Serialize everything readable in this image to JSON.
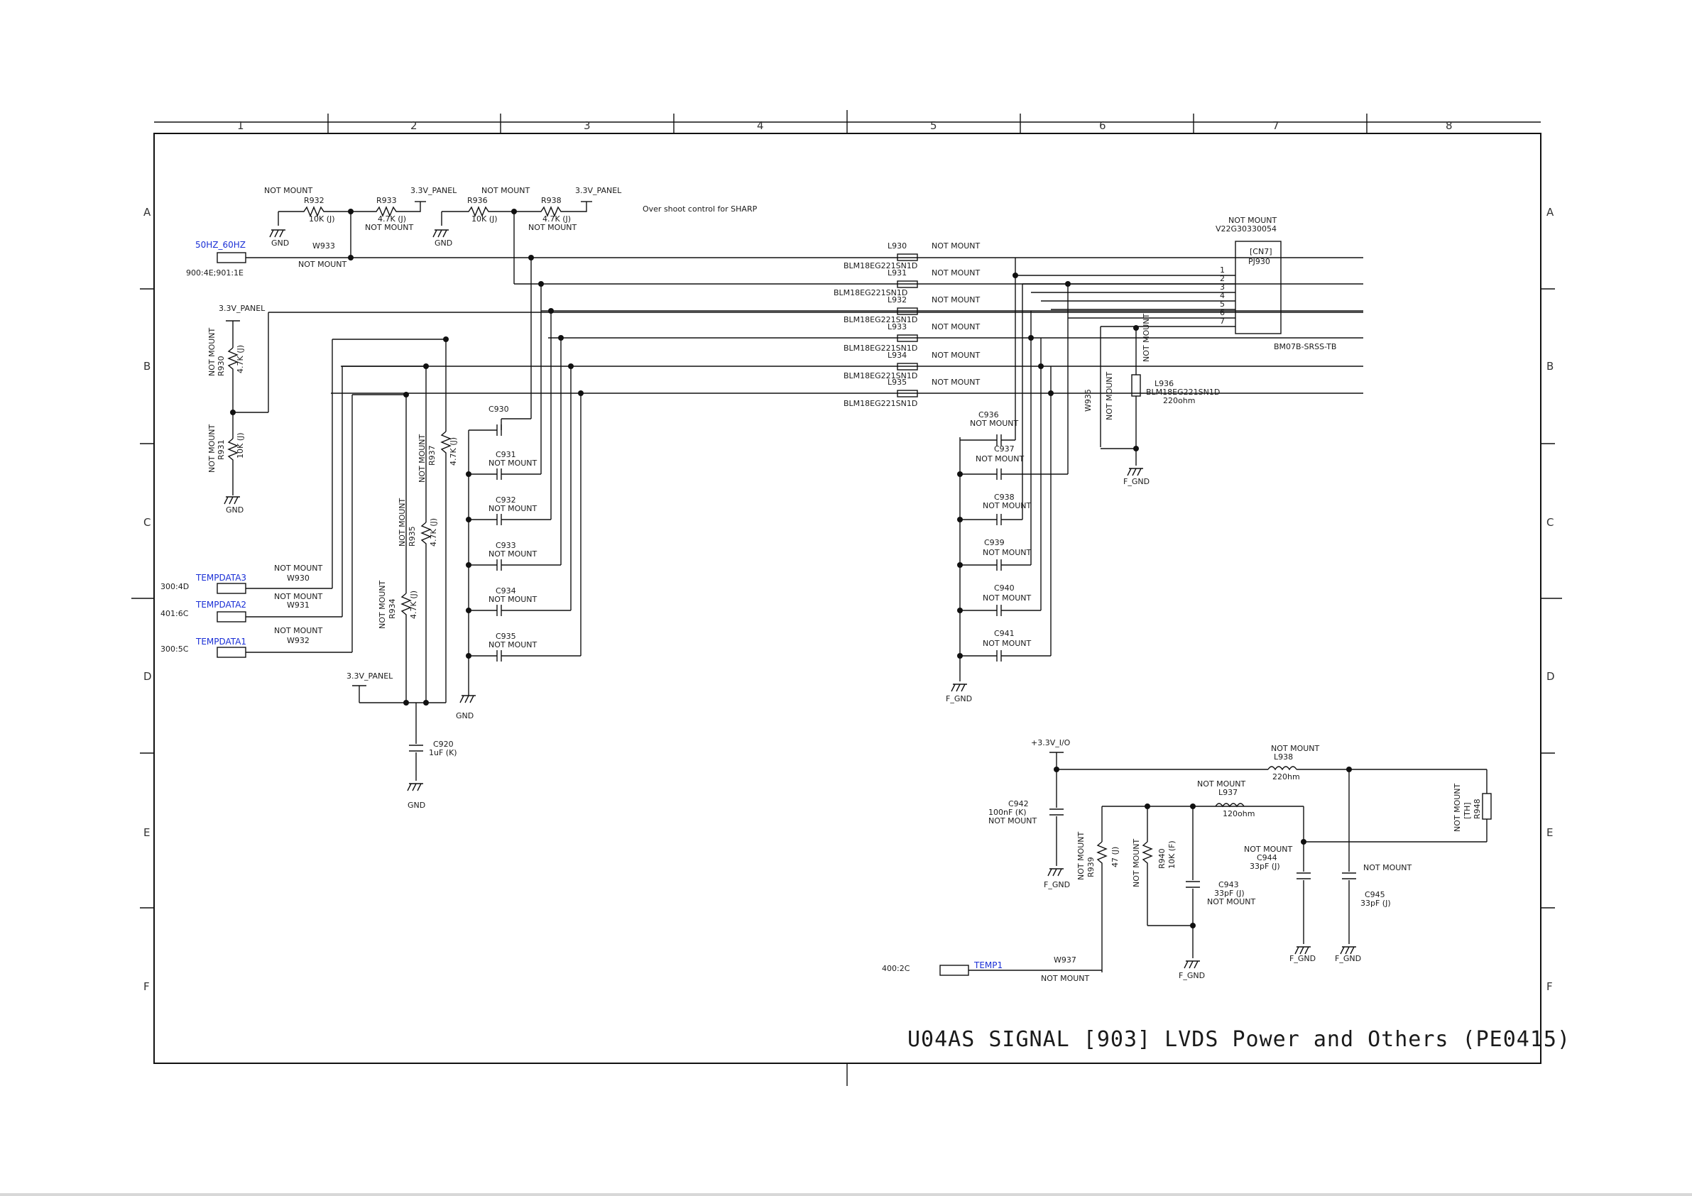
{
  "title_block": {
    "title": "U04AS SIGNAL [903] LVDS Power and Others (PE0415)"
  },
  "grid": {
    "columns": [
      "1",
      "2",
      "3",
      "4",
      "5",
      "6",
      "7",
      "8"
    ],
    "rows": [
      "A",
      "B",
      "C",
      "D",
      "E",
      "F"
    ]
  },
  "annotation": {
    "overshoot": "Over shoot control for SHARP"
  },
  "nets": {
    "sig_50hz": "50HZ_60HZ",
    "temp3": "TEMPDATA3",
    "temp2": "TEMPDATA2",
    "temp1": "TEMPDATA1",
    "temp": "TEMP1",
    "pwr_panel": "3.3V_PANEL",
    "pwr_io": "+3.3V_I/O",
    "gnd": "GND",
    "fgnd": "F_GND"
  },
  "offpage": {
    "sig_50hz": "900:4E;901:1E",
    "temp3": "300:4D",
    "temp2": "401:6C",
    "temp1": "300:5C",
    "temp": "400:2C"
  },
  "common": {
    "not_mount": "NOT MOUNT",
    "pin1": "1",
    "pin2": "2"
  },
  "connector": {
    "ref": "[CN7]",
    "name": "PJ930",
    "part": "V22G30330054",
    "type": "BM07B-SRSS-TB",
    "pins": [
      "1",
      "2",
      "3",
      "4",
      "5",
      "6",
      "7"
    ]
  },
  "ferrites": [
    {
      "ref": "L930",
      "part": "BLM18EG221SN1D"
    },
    {
      "ref": "L931",
      "part": "BLM18EG221SN1D"
    },
    {
      "ref": "L932",
      "part": "BLM18EG221SN1D"
    },
    {
      "ref": "L933",
      "part": "BLM18EG221SN1D"
    },
    {
      "ref": "L934",
      "part": "BLM18EG221SN1D"
    },
    {
      "ref": "L935",
      "part": "BLM18EG221SN1D"
    }
  ],
  "top_resistors": [
    {
      "ref": "R932",
      "value": "10K (J)"
    },
    {
      "ref": "R933",
      "value": "4.7K (J)"
    },
    {
      "ref": "R936",
      "value": "10K (J)"
    },
    {
      "ref": "R938",
      "value": "4.7K (J)"
    }
  ],
  "left_resistors": [
    {
      "ref": "R930",
      "value": "4.7K (J)"
    },
    {
      "ref": "R931",
      "value": "10K (J)"
    }
  ],
  "mid_resistors": [
    {
      "ref": "R937",
      "value": "4.7K (J)"
    },
    {
      "ref": "R935",
      "value": "4.7K (J)"
    },
    {
      "ref": "R934",
      "value": "4.7K (J)"
    }
  ],
  "jumpers": [
    {
      "ref": "W933"
    },
    {
      "ref": "W930"
    },
    {
      "ref": "W931"
    },
    {
      "ref": "W932"
    },
    {
      "ref": "W935"
    },
    {
      "ref": "W937"
    }
  ],
  "left_caps": [
    "C930",
    "C931",
    "C932",
    "C933",
    "C934",
    "C935"
  ],
  "right_caps": [
    "C936",
    "C937",
    "C938",
    "C939",
    "C940",
    "C941"
  ],
  "c920": {
    "ref": "C920",
    "value": "1uF (K)"
  },
  "l936": {
    "ref": "L936",
    "part": "BLM18EG221SN1D",
    "value": "220ohm"
  },
  "bottom": {
    "l938": {
      "ref": "L938",
      "value": "220hm"
    },
    "l937": {
      "ref": "L937",
      "value": "120ohm"
    },
    "c942": {
      "ref": "C942",
      "value": "100nF (K)"
    },
    "r939": {
      "ref": "R939",
      "value": "47 (J)"
    },
    "r940": {
      "ref": "R940",
      "value": "10K (F)"
    },
    "c943": {
      "ref": "C943",
      "value": "33pF (J)"
    },
    "c944": {
      "ref": "C944",
      "value": "33pF (J)"
    },
    "c945": {
      "ref": "C945",
      "value": "33pF (J)"
    },
    "r948": {
      "ref": "R948",
      "value": "[TH]"
    }
  }
}
